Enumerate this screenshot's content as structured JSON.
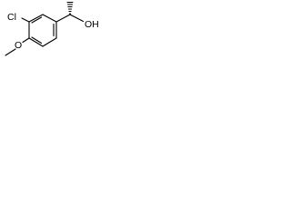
{
  "molecule": {
    "atoms": {
      "chlorine": "Cl",
      "methoxy_oxygen": "O",
      "hydroxyl": "OH"
    },
    "stereo": {
      "chiral_center": "hashed-wedge-to-methyl"
    },
    "colors": {
      "ink": "#000000",
      "background": "#ffffff"
    }
  }
}
